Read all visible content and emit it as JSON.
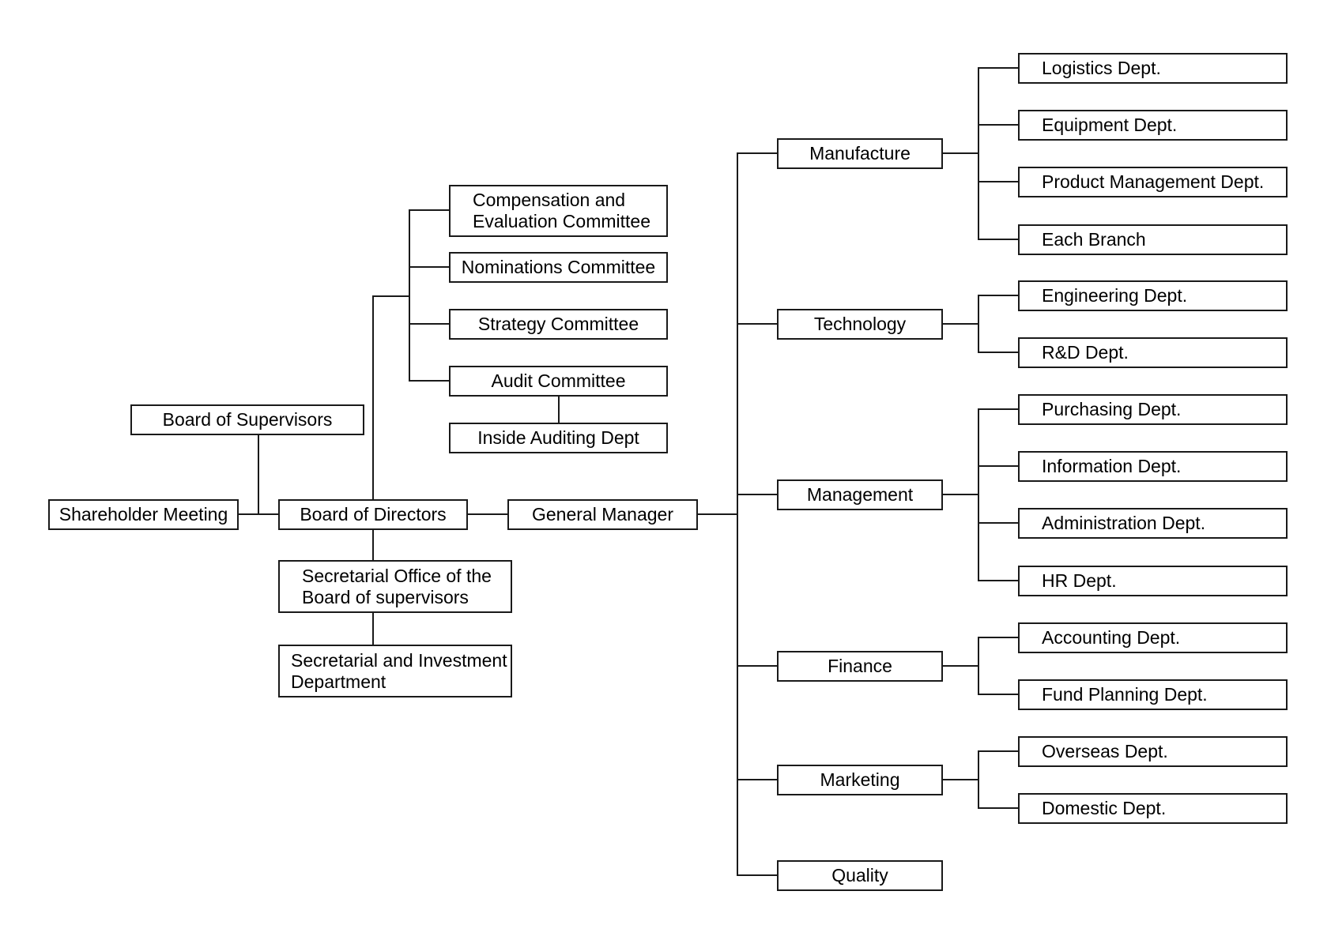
{
  "nodes": {
    "shareholder_meeting": "Shareholder Meeting",
    "board_of_supervisors": "Board of Supervisors",
    "board_of_directors": "Board of Directors",
    "general_manager": "General Manager",
    "compensation_committee": "Compensation and Evaluation Committee",
    "nominations_committee": "Nominations Committee",
    "strategy_committee": "Strategy Committee",
    "audit_committee": "Audit Committee",
    "inside_auditing": "Inside Auditing Dept",
    "secretarial_office": "Secretarial Office of the Board of supervisors",
    "secretarial_investment": "Secretarial and Investment Department",
    "manufacture": "Manufacture",
    "technology": "Technology",
    "management": "Management",
    "finance": "Finance",
    "marketing": "Marketing",
    "quality": "Quality",
    "logistics": "Logistics Dept.",
    "equipment": "Equipment Dept.",
    "product_management": "Product Management Dept.",
    "each_branch": "Each Branch",
    "engineering": "Engineering Dept.",
    "rnd": "R&D Dept.",
    "purchasing": "Purchasing Dept.",
    "information": "Information Dept.",
    "administration": "Administration Dept.",
    "hr": "HR Dept.",
    "accounting": "Accounting Dept.",
    "fund_planning": "Fund Planning Dept.",
    "overseas": "Overseas Dept.",
    "domestic": "Domestic Dept."
  },
  "line_color": "#1a1a1a"
}
